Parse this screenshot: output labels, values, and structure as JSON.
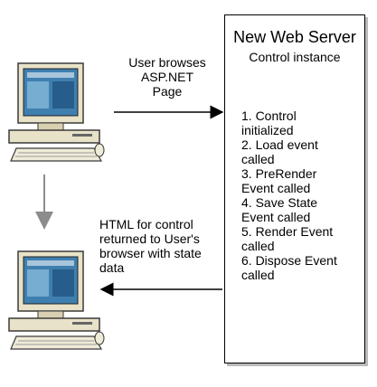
{
  "server": {
    "title": "New Web Server",
    "subtitle": "Control instance",
    "steps": [
      "1. Control\ninitialized",
      "2. Load event\ncalled",
      "3. PreRender\nEvent called",
      "4. Save State\nEvent called",
      "5. Render Event\ncalled",
      "6. Dispose Event\ncalled"
    ]
  },
  "request_label": "User browses\nASP.NET\nPage",
  "response_label": "HTML for control\nreturned to User's\nbrowser with state\ndata",
  "icons": {
    "top_computer": "computer-icon",
    "bottom_computer": "computer-icon"
  },
  "colors": {
    "arrow": "#000000",
    "down_arrow": "#8c8c8c",
    "monitor_beige": "#e8e2c8",
    "screen_blue": "#3f7fb0"
  }
}
